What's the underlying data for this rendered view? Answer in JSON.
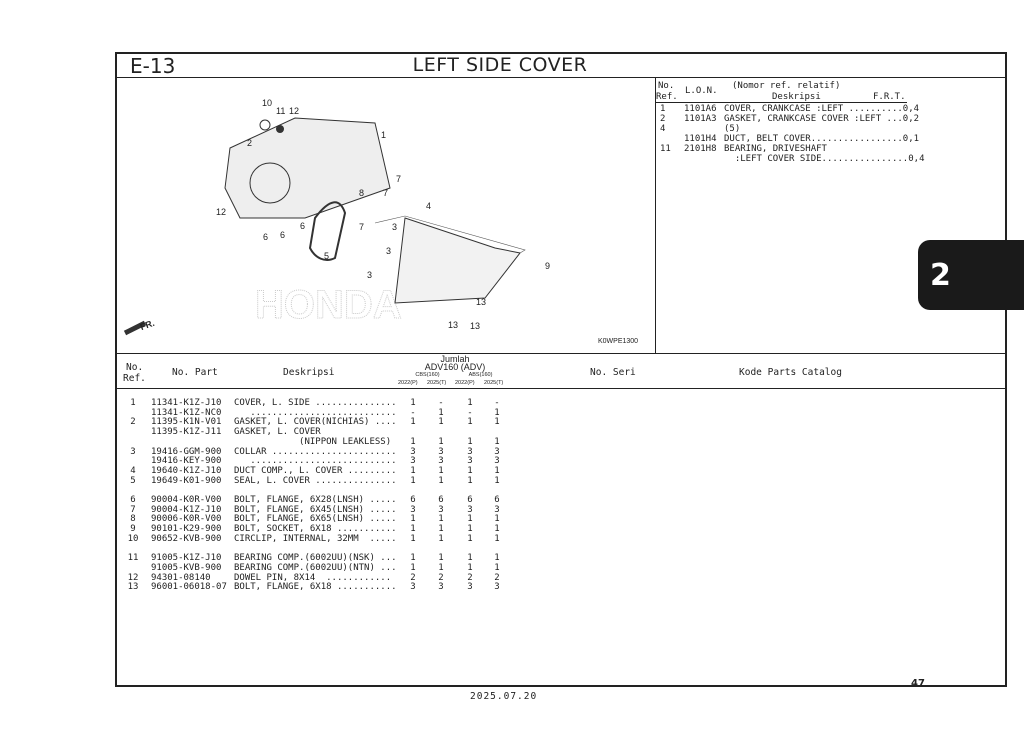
{
  "header": {
    "code": "E-13",
    "title": "LEFT SIDE COVER"
  },
  "diagram": {
    "callouts": [
      "10",
      "11",
      "12",
      "1",
      "2",
      "7",
      "8",
      "7",
      "12",
      "6",
      "6",
      "6",
      "5",
      "4",
      "3",
      "3",
      "3",
      "9",
      "7",
      "13",
      "13",
      "13"
    ],
    "front_label": "FR.",
    "figure_code": "K0WPE1300",
    "watermark": "HONDA"
  },
  "ref_table": {
    "headers": {
      "no": "No.",
      "ref": "Ref.",
      "lon": "L.O.N.",
      "note": "(Nomor ref. relatif)",
      "desc": "Deskripsi",
      "frt": "F.R.T."
    },
    "rows": [
      {
        "ref": "1",
        "lon": "1101A6",
        "desc": "COVER, CRANKCASE :LEFT ..........0,4"
      },
      {
        "ref": "2",
        "lon": "1101A3",
        "desc": "GASKET, CRANKCASE COVER :LEFT ...0,2"
      },
      {
        "ref": "4",
        "lon": "",
        "desc": "(5)"
      },
      {
        "ref": "",
        "lon": "1101H4",
        "desc": "DUCT, BELT COVER.................0,1"
      },
      {
        "ref": "11",
        "lon": "2101H8",
        "desc": "BEARING, DRIVESHAFT"
      },
      {
        "ref": "",
        "lon": "",
        "desc": "  :LEFT COVER SIDE................0,4"
      }
    ]
  },
  "parts_table": {
    "headers": {
      "no": "No.",
      "ref": "Ref.",
      "part": "No. Part",
      "desc": "Deskripsi",
      "jumlah": "Jumlah",
      "model": "ADV160 (ADV)",
      "cbs": "CBS(160)",
      "abs": "ABS(160)",
      "y1": "2022(P)",
      "y2": "2025(T)",
      "y3": "2022(P)",
      "y4": "2025(T)",
      "serial": "No. Seri",
      "catalog": "Kode Parts Catalog"
    },
    "rows": [
      {
        "ref": "1",
        "part": "11341-K1Z-J10",
        "desc": "COVER, L. SIDE ...............",
        "q": [
          "1",
          "-",
          "1",
          "-"
        ]
      },
      {
        "ref": "",
        "part": "11341-K1Z-NC0",
        "desc": "   ...........................",
        "q": [
          "-",
          "1",
          "-",
          "1"
        ]
      },
      {
        "ref": "2",
        "part": "11395-K1N-V01",
        "desc": "GASKET, L. COVER(NICHIAS) ....",
        "q": [
          "1",
          "1",
          "1",
          "1"
        ]
      },
      {
        "ref": "",
        "part": "11395-K1Z-J11",
        "desc": "GASKET, L. COVER",
        "q": [
          "",
          "",
          "",
          ""
        ]
      },
      {
        "ref": "",
        "part": "",
        "desc": "            (NIPPON LEAKLESS)",
        "q": [
          "1",
          "1",
          "1",
          "1"
        ]
      },
      {
        "ref": "3",
        "part": "19416-GGM-900",
        "desc": "COLLAR .......................",
        "q": [
          "3",
          "3",
          "3",
          "3"
        ]
      },
      {
        "ref": "",
        "part": "19416-KEY-900",
        "desc": "   ...........................",
        "q": [
          "3",
          "3",
          "3",
          "3"
        ]
      },
      {
        "ref": "4",
        "part": "19640-K1Z-J10",
        "desc": "DUCT COMP., L. COVER .........",
        "q": [
          "1",
          "1",
          "1",
          "1"
        ]
      },
      {
        "ref": "5",
        "part": "19649-K01-900",
        "desc": "SEAL, L. COVER ...............",
        "q": [
          "1",
          "1",
          "1",
          "1"
        ]
      },
      {
        "gap": true,
        "ref": "6",
        "part": "90004-K0R-V00",
        "desc": "BOLT, FLANGE, 6X28(LNSH) .....",
        "q": [
          "6",
          "6",
          "6",
          "6"
        ]
      },
      {
        "ref": "7",
        "part": "90004-K1Z-J10",
        "desc": "BOLT, FLANGE, 6X45(LNSH) .....",
        "q": [
          "3",
          "3",
          "3",
          "3"
        ]
      },
      {
        "ref": "8",
        "part": "90006-K0R-V00",
        "desc": "BOLT, FLANGE, 6X65(LNSH) .....",
        "q": [
          "1",
          "1",
          "1",
          "1"
        ]
      },
      {
        "ref": "9",
        "part": "90101-K29-900",
        "desc": "BOLT, SOCKET, 6X18 ...........",
        "q": [
          "1",
          "1",
          "1",
          "1"
        ]
      },
      {
        "ref": "10",
        "part": "90652-KVB-900",
        "desc": "CIRCLIP, INTERNAL, 32MM  .....",
        "q": [
          "1",
          "1",
          "1",
          "1"
        ]
      },
      {
        "gap": true,
        "ref": "11",
        "part": "91005-K1Z-J10",
        "desc": "BEARING COMP.(6002UU)(NSK) ...",
        "q": [
          "1",
          "1",
          "1",
          "1"
        ]
      },
      {
        "ref": "",
        "part": "91005-KVB-900",
        "desc": "BEARING COMP.(6002UU)(NTN) ...",
        "q": [
          "1",
          "1",
          "1",
          "1"
        ]
      },
      {
        "ref": "12",
        "part": "94301-08140",
        "desc": "DOWEL PIN, 8X14  ............",
        "q": [
          "2",
          "2",
          "2",
          "2"
        ]
      },
      {
        "ref": "13",
        "part": "96001-06018-07",
        "desc": "BOLT, FLANGE, 6X18 ...........",
        "q": [
          "3",
          "3",
          "3",
          "3"
        ]
      }
    ]
  },
  "section_tab": "2",
  "page_number": "47",
  "date": "2025.07.20"
}
